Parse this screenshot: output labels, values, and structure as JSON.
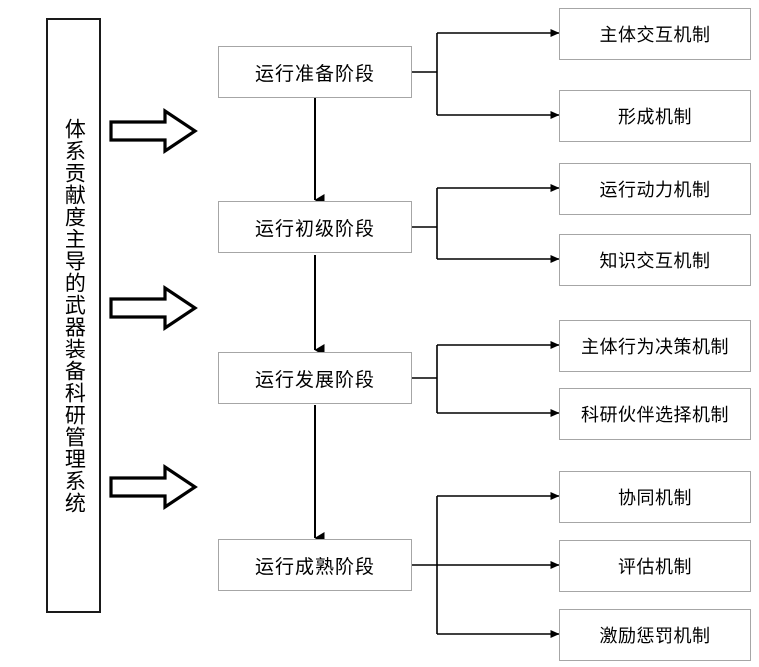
{
  "diagram": {
    "title_text": "体系贡献度主导的武器装备科研管理系统",
    "colors": {
      "system_box_border": "#1a1a1a",
      "node_box_border": "#a6a6a6",
      "connector_line": "#000000",
      "background": "#ffffff",
      "text": "#000000"
    },
    "system_box": {
      "label": "体系贡献度主导的武器装备科研管理系统"
    },
    "stages": [
      {
        "id": "stage-1",
        "label": "运行准备阶段",
        "mechanisms": [
          {
            "id": "mech-1-1",
            "label": "主体交互机制"
          },
          {
            "id": "mech-1-2",
            "label": "形成机制"
          }
        ]
      },
      {
        "id": "stage-2",
        "label": "运行初级阶段",
        "mechanisms": [
          {
            "id": "mech-2-1",
            "label": "运行动力机制"
          },
          {
            "id": "mech-2-2",
            "label": "知识交互机制"
          }
        ]
      },
      {
        "id": "stage-3",
        "label": "运行发展阶段",
        "mechanisms": [
          {
            "id": "mech-3-1",
            "label": "主体行为决策机制"
          },
          {
            "id": "mech-3-2",
            "label": "科研伙伴选择机制"
          }
        ]
      },
      {
        "id": "stage-4",
        "label": "运行成熟阶段",
        "mechanisms": [
          {
            "id": "mech-4-1",
            "label": "协同机制"
          },
          {
            "id": "mech-4-2",
            "label": "评估机制"
          },
          {
            "id": "mech-4-3",
            "label": "激励惩罚机制"
          }
        ]
      }
    ],
    "block_arrows": [
      {
        "id": "block-arrow-1",
        "semantic": "right-block-arrow-icon"
      },
      {
        "id": "block-arrow-2",
        "semantic": "right-block-arrow-icon"
      },
      {
        "id": "block-arrow-3",
        "semantic": "right-block-arrow-icon"
      }
    ],
    "flow_arrows": [
      {
        "id": "stage-flow-1-2",
        "semantic": "down-arrow-icon"
      },
      {
        "id": "stage-flow-2-3",
        "semantic": "down-arrow-icon"
      },
      {
        "id": "stage-flow-3-4",
        "semantic": "down-arrow-icon"
      }
    ]
  }
}
